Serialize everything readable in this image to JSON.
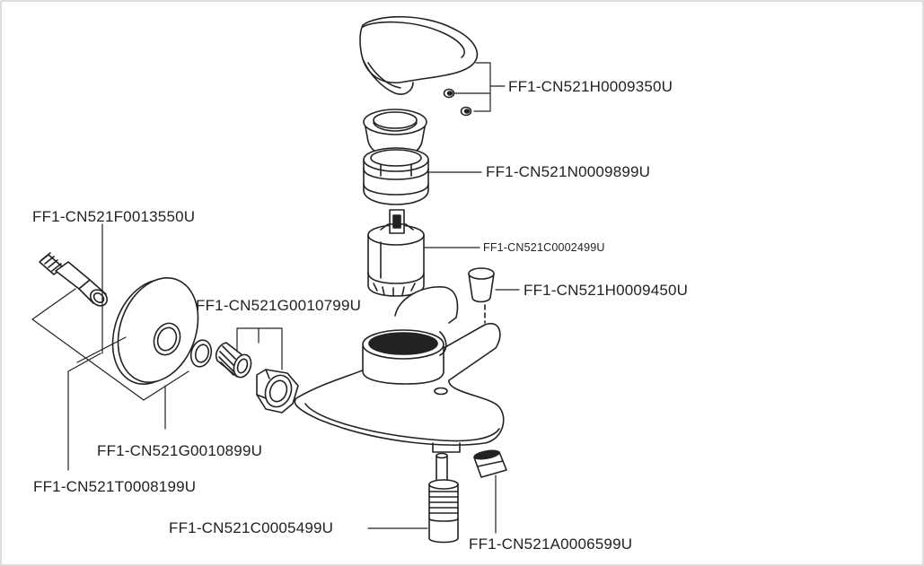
{
  "colors": {
    "stroke": "#222222",
    "background": "#ffffff",
    "border": "#bbbbbb"
  },
  "parts": [
    {
      "code": "FF1-CN521H0009350U",
      "item": "lever handle with set screws"
    },
    {
      "code": "FF1-CN521N0009899U",
      "item": "cartridge nut"
    },
    {
      "code": "FF1-CN521C0002499U",
      "item": "ceramic cartridge"
    },
    {
      "code": "FF1-CN521H0009450U",
      "item": "cap"
    },
    {
      "code": "FF1-CN521F0013550U",
      "item": "escutcheon"
    },
    {
      "code": "FF1-CN521G0010799U",
      "item": "connector and nut"
    },
    {
      "code": "FF1-CN521G0010899U",
      "item": "washer"
    },
    {
      "code": "FF1-CN521T0008199U",
      "item": "eccentric connector"
    },
    {
      "code": "FF1-CN521C0005499U",
      "item": "diverter"
    },
    {
      "code": "FF1-CN521A0006599U",
      "item": "aerator"
    }
  ]
}
